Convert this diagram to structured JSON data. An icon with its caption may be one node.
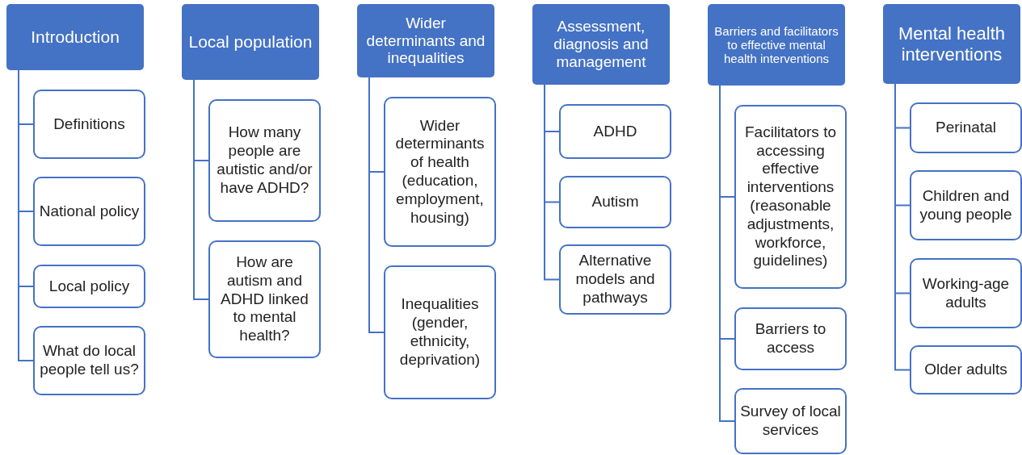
{
  "diagram": {
    "nodes": [
      {
        "text": [
          "Introduction"
        ]
      },
      {
        "text": [
          "Definitions"
        ]
      },
      {
        "text": [
          "National policy"
        ]
      },
      {
        "text": [
          "Local policy"
        ]
      },
      {
        "text": [
          "What do local people tell us?"
        ]
      },
      {
        "text": [
          "Local population"
        ]
      },
      {
        "text": [
          "How many people are autistic and/or have ADHD?"
        ]
      },
      {
        "text": [
          "How are autism and ADHD linked to mental health?"
        ]
      },
      {
        "text": [
          "Wider determinants and inequalities"
        ]
      },
      {
        "text": [
          "Wider determinants of health (education, employment, housing)"
        ]
      },
      {
        "text": [
          "Inequalities (gender, ethnicity, deprivation)"
        ]
      },
      {
        "text": [
          "Assessment, diagnosis and management"
        ]
      },
      {
        "text": [
          "ADHD"
        ]
      },
      {
        "text": [
          "Autism"
        ]
      },
      {
        "text": [
          "Alternative models and pathways"
        ]
      },
      {
        "text": [
          "Barriers and facilitators to effective mental health interventions"
        ]
      },
      {
        "text": [
          "Facilitators to accessing effective interventions (reasonable adjustments, workforce, guidelines)"
        ]
      },
      {
        "text": [
          "Barriers to access"
        ]
      },
      {
        "text": [
          "Survey of local services"
        ]
      },
      {
        "text": [
          "Mental health interventions"
        ]
      },
      {
        "text": [
          "Perinatal"
        ]
      },
      {
        "text": [
          "Children and young people"
        ]
      },
      {
        "text": [
          "Working-age adults"
        ]
      },
      {
        "text": [
          "Older adults"
        ]
      }
    ],
    "edges": [
      {
        "from": 0,
        "to": 1,
        "arrow": "none"
      },
      {
        "from": 0,
        "to": 2,
        "arrow": "none"
      },
      {
        "from": 0,
        "to": 3,
        "arrow": "none"
      },
      {
        "from": 0,
        "to": 4,
        "arrow": "none"
      },
      {
        "from": 5,
        "to": 6,
        "arrow": "none"
      },
      {
        "from": 5,
        "to": 7,
        "arrow": "none"
      },
      {
        "from": 8,
        "to": 9,
        "arrow": "none"
      },
      {
        "from": 8,
        "to": 10,
        "arrow": "none"
      },
      {
        "from": 11,
        "to": 12,
        "arrow": "none"
      },
      {
        "from": 11,
        "to": 13,
        "arrow": "none"
      },
      {
        "from": 11,
        "to": 14,
        "arrow": "none"
      },
      {
        "from": 15,
        "to": 16,
        "arrow": "none"
      },
      {
        "from": 15,
        "to": 17,
        "arrow": "none"
      },
      {
        "from": 15,
        "to": 18,
        "arrow": "none"
      },
      {
        "from": 19,
        "to": 20,
        "arrow": "none"
      },
      {
        "from": 19,
        "to": 21,
        "arrow": "none"
      },
      {
        "from": 19,
        "to": 22,
        "arrow": "none"
      },
      {
        "from": 19,
        "to": 23,
        "arrow": "none"
      }
    ]
  }
}
